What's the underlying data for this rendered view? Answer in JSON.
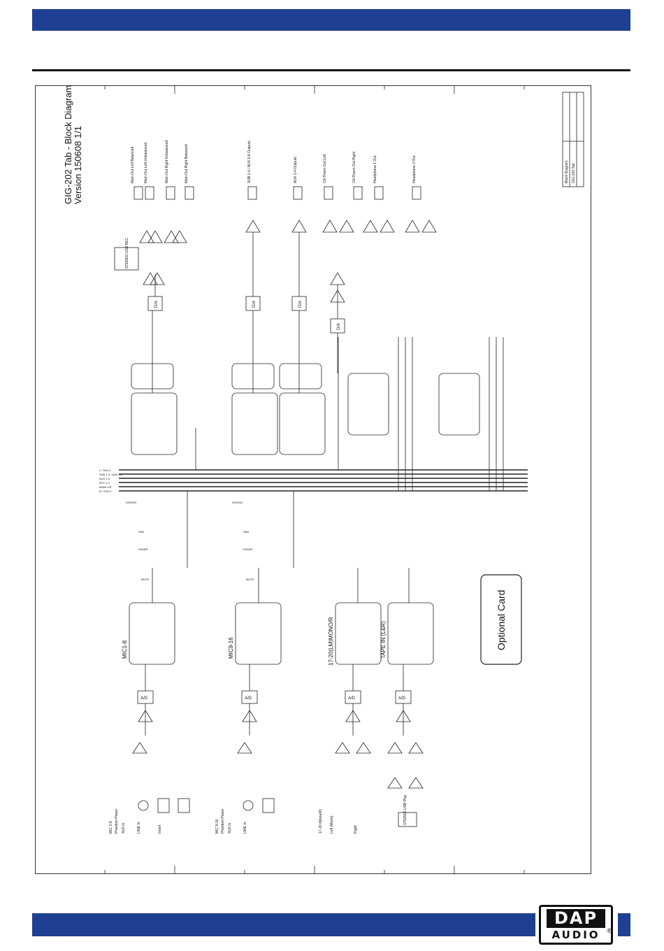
{
  "document": {
    "title": "GIG-202 Tab - Block Diagram",
    "version": "Version 150608 1/1"
  },
  "title_block": {
    "title": "Block Diagram",
    "model": "GIG-202 Tab"
  },
  "input_blocks": [
    {
      "name": "MIC1-8",
      "labels": [
        "MIC 1-8",
        "Phantom Power",
        "XLR In",
        "LINE In",
        "Insert"
      ]
    },
    {
      "name": "MIC9-16",
      "labels": [
        "MIC 9-16",
        "Phantom Power",
        "XLR In",
        "LINE In"
      ]
    },
    {
      "name": "17-20(LM)MONO/R",
      "labels": [
        "17-20 (Mono/R)",
        "Left (Mono)",
        "Right"
      ]
    },
    {
      "name": "TAPE IN (L&R)",
      "labels": [
        "STEREO USB Play"
      ]
    }
  ],
  "outputs": [
    "Main Out Left Balanced",
    "Main Out Left Unbalanced",
    "Main Out Right Unbalanced",
    "Main Out Right Balanced",
    "SUB 1-4 / AUX 5-8 Outputs",
    "AUX 1-4 Outputs",
    "Ctrl Room Out Left",
    "Ctrl Room Out Right",
    "Headphone 1 Out",
    "Headphone 2 Out"
  ],
  "stereo_rec": "STEREO USB REC",
  "optional_card": "Optional Card",
  "small_labels": {
    "ad": "A/D",
    "da": "D/A",
    "mute": "MUTE",
    "fader": "FADER",
    "pan": "PAN",
    "assign": "ASSIGN"
  },
  "bus_labels": [
    "L / SOLO",
    "SUB 1-4 / AUX 5-8",
    "AUX 1-4",
    "EFX 1-2",
    "MAIN L/R",
    "R / SOLO"
  ],
  "logo": {
    "top": "DAP",
    "bottom": "AUDIO",
    "mark": "®"
  },
  "colors": {
    "band": "#1f3f92",
    "ink": "#111111"
  }
}
